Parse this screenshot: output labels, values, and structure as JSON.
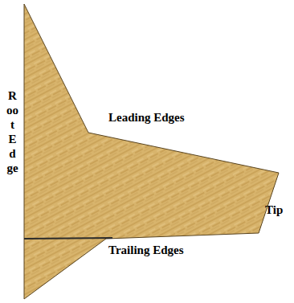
{
  "diagram": {
    "labels": [
      "Root Edge",
      "Leading Edges",
      "Tip",
      "Trailing Edges"
    ]
  }
}
